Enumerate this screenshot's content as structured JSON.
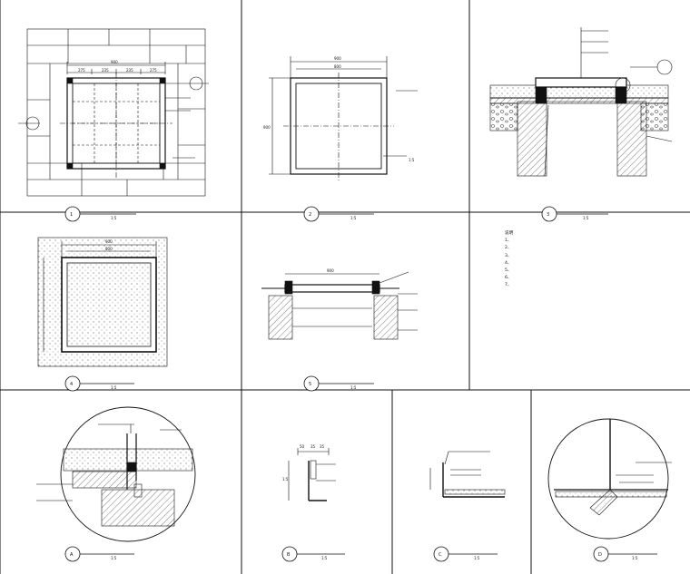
{
  "panels": [
    {
      "id": "1",
      "title": "",
      "scale": "1:5"
    },
    {
      "id": "2",
      "title": "",
      "scale": "1:5"
    },
    {
      "id": "3",
      "title": "",
      "scale": "1:5"
    },
    {
      "id": "4",
      "title": "",
      "scale": "1:5"
    },
    {
      "id": "5",
      "title": "",
      "scale": "1:5"
    },
    {
      "id": "A",
      "title": "",
      "scale": "1:5"
    },
    {
      "id": "B",
      "title": "",
      "scale": "1:5"
    },
    {
      "id": "C",
      "title": "",
      "scale": "1:5"
    },
    {
      "id": "D",
      "title": "",
      "scale": "1:5"
    }
  ],
  "dims": {
    "p1_top": "900",
    "p1_a": "275",
    "p1_b": "235",
    "p1_c": "235",
    "p1_d": "275",
    "p2_top": "900",
    "p2_inner": "800",
    "p2_side": "900",
    "p2_note": "1:5",
    "p4_top": "900",
    "p4_inner": "800",
    "p5_top": "900",
    "pB_a": "50",
    "pB_b": "35",
    "pB_c": "35",
    "pB_side": "1:5"
  },
  "notes": {
    "heading": "说明",
    "lines": [
      "1、",
      "2、",
      "3、",
      "4、",
      "5、",
      "6、",
      "7、"
    ]
  }
}
